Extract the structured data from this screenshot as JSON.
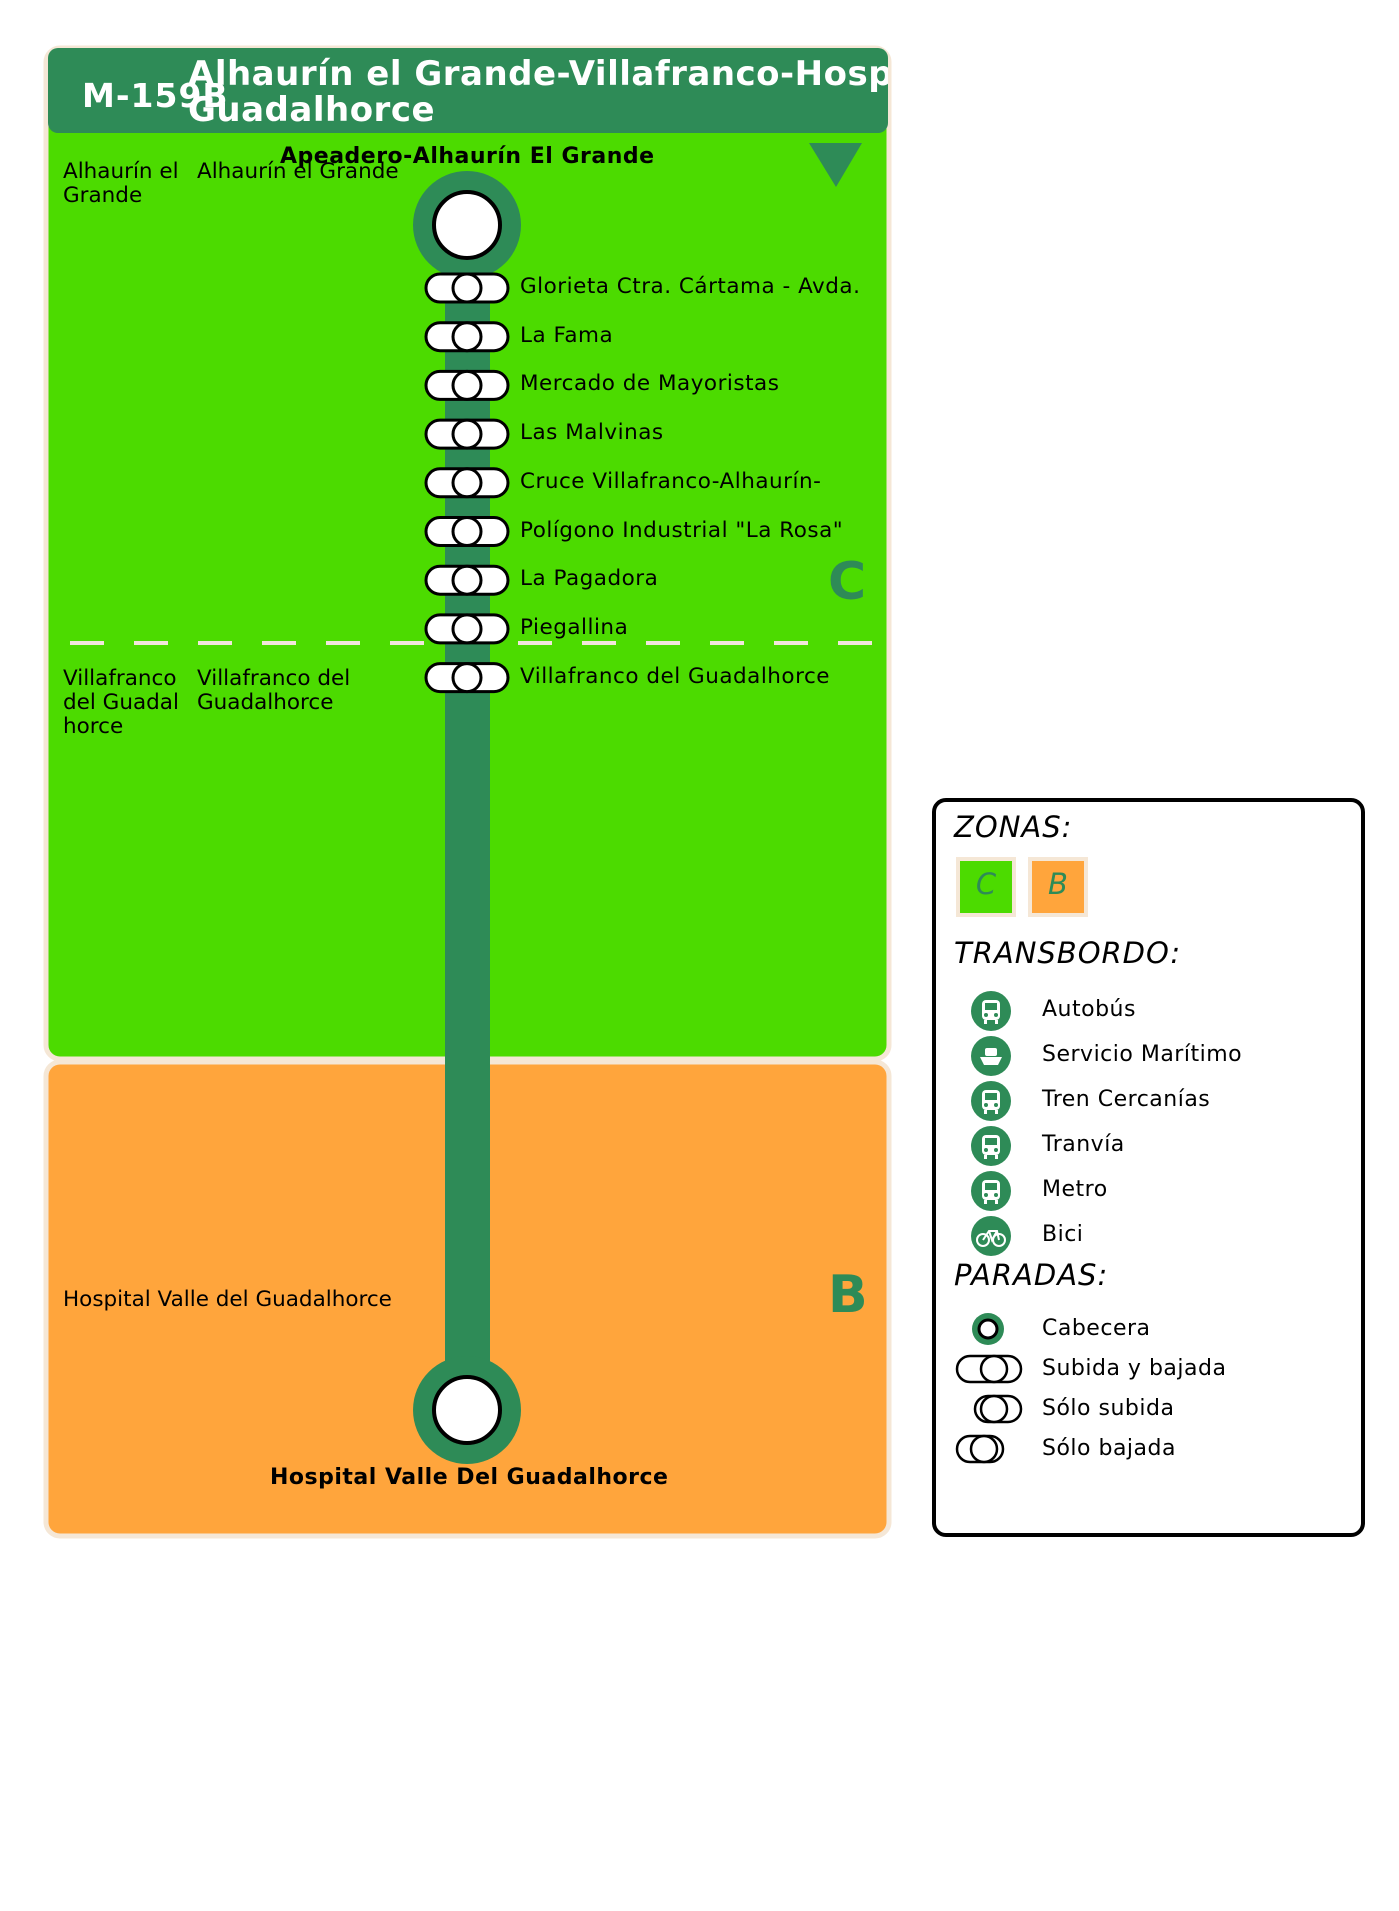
{
  "route": {
    "code": "M-159B",
    "title_line1": "Alhaurín el Grande-Villafranco-Hospital",
    "title_line2": "Guadalhorce"
  },
  "colors": {
    "header": "#2e8b57",
    "zone_c": "#4cdb00",
    "zone_b": "#ffa53c",
    "line": "#2e8b57",
    "border": "#f5e7d6"
  },
  "direction_icon": "triangle-down-icon",
  "zones": [
    {
      "letter": "C",
      "color": "#4cdb00"
    },
    {
      "letter": "B",
      "color": "#ffa53c"
    }
  ],
  "municipalities": [
    {
      "col1": "Alhaurín el Grande",
      "col2": "Alhaurín el Grande"
    },
    {
      "col1": "Villafranco del Guadalhorce",
      "col2": "Villafranco del Guadalhorce"
    },
    {
      "col1": "Hospital Valle del Guadalhorce"
    }
  ],
  "terminals": {
    "start": "Apeadero-Alhaurín El Grande",
    "end": "Hospital Valle Del Guadalhorce"
  },
  "stops": [
    "Glorieta Ctra. Cártama - Avda.",
    "La Fama",
    "Mercado de Mayoristas",
    "Las Malvinas",
    "Cruce Villafranco-Alhaurín-",
    "Polígono Industrial \"La Rosa\"",
    "La Pagadora",
    "Piegallina",
    "Villafranco del Guadalhorce"
  ],
  "legend": {
    "zones_title": "ZONAS:",
    "zone_swatches": [
      "C",
      "B"
    ],
    "transfer_title": "TRANSBORDO:",
    "transfers": [
      {
        "label": "Autobús",
        "icon": "bus-icon"
      },
      {
        "label": "Servicio Marítimo",
        "icon": "ferry-icon"
      },
      {
        "label": "Tren Cercanías",
        "icon": "train-icon"
      },
      {
        "label": "Tranvía",
        "icon": "tram-icon"
      },
      {
        "label": "Metro",
        "icon": "metro-icon"
      },
      {
        "label": "Bici",
        "icon": "bike-icon"
      }
    ],
    "stops_title": "PARADAS:",
    "stop_types": [
      {
        "label": "Cabecera",
        "icon": "terminal-stop-icon"
      },
      {
        "label": "Subida y bajada",
        "icon": "board-alight-stop-icon"
      },
      {
        "label": "Sólo subida",
        "icon": "board-only-stop-icon"
      },
      {
        "label": "Sólo bajada",
        "icon": "alight-only-stop-icon"
      }
    ]
  }
}
